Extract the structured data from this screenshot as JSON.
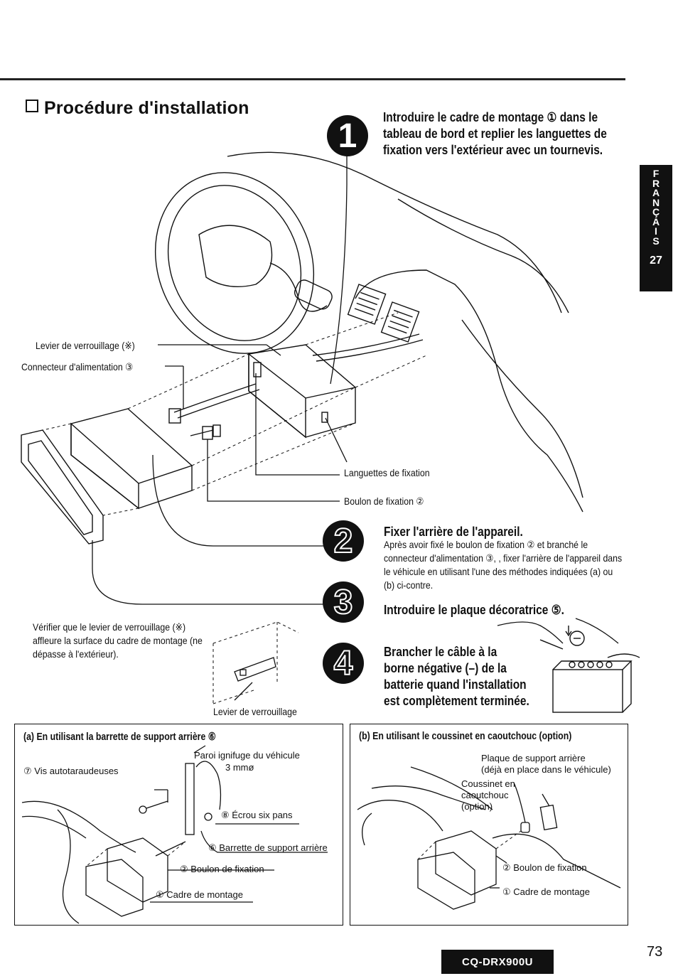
{
  "header": {
    "title": "Procédure d'installation"
  },
  "side_tab": {
    "language": [
      "F",
      "R",
      "A",
      "N",
      "Ç",
      "A",
      "I",
      "S"
    ],
    "section_number": "27"
  },
  "steps": [
    {
      "number": "1",
      "heading": "Introduire le cadre de montage ① dans le tableau de bord et replier les languettes de fixation vers l'extérieur avec un tournevis."
    },
    {
      "number": "2",
      "heading": "Fixer l'arrière de l'appareil.",
      "body": "Après avoir fixé le boulon de fixation ② et branché le connecteur d'alimentation ③, , fixer l'arrière de l'appareil dans le véhicule en utilisant l'une des méthodes indiquées (a) ou (b) ci-contre."
    },
    {
      "number": "3",
      "heading": "Introduire le plaque décoratrice ⑤."
    },
    {
      "number": "4",
      "heading": "Brancher le câble à la borne négative (–) de la batterie quand l'installation est complètement terminée."
    }
  ],
  "main_diagram_labels": {
    "lock_lever": "Levier de verrouillage (※)",
    "power_connector": "Connecteur d'alimentation ③",
    "tabs": "Languettes de fixation",
    "bolt": "Boulon de fixation ②",
    "check_note": "Vérifier que le levier de verrouillage (※) affleure la surface du cadre de montage (ne dépasse à l'extérieur).",
    "lock_lever_2": "Levier de verrouillage"
  },
  "panel_a": {
    "heading": "(a) En utilisant la barrette de support arrière ⑥",
    "labels": {
      "firewall": "Paroi ignifuge du véhicule",
      "diameter": "3 mmø",
      "screws": "⑦ Vis autotaraudeuses",
      "hex_nut": "⑧ Écrou six pans",
      "rear_strap": "⑥ Barrette de support arrière",
      "bolt": "② Boulon de fixation",
      "frame": "① Cadre de montage"
    }
  },
  "panel_b": {
    "heading": "(b) En utilisant le coussinet en caoutchouc (option)",
    "labels": {
      "rear_plate": "Plaque de support arrière",
      "rear_plate_note": "(déjà en place dans le véhicule)",
      "cushion": "Coussinet en caoutchouc (option)",
      "bolt": "② Boulon de fixation",
      "frame": "① Cadre de montage"
    }
  },
  "footer": {
    "model": "CQ-DRX900U",
    "page": "73"
  }
}
